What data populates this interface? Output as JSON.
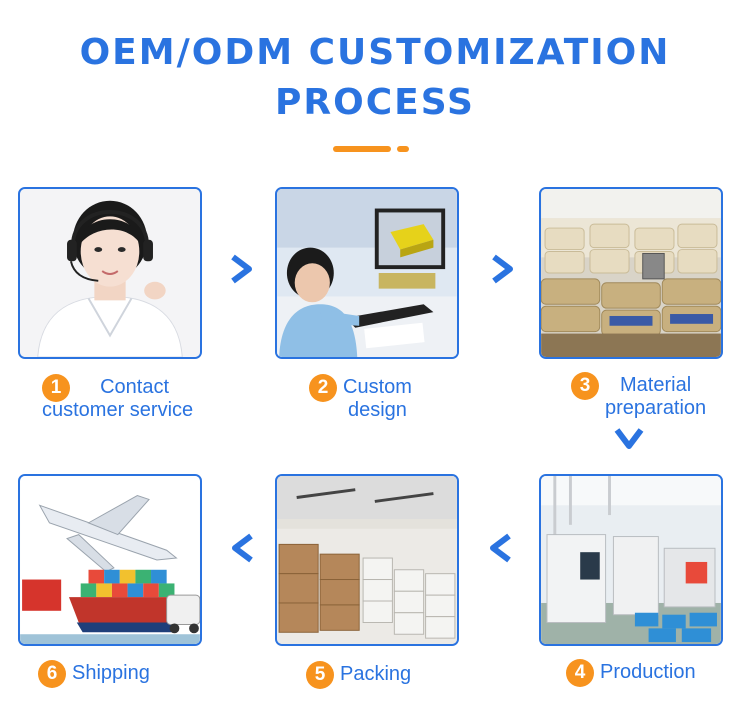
{
  "title": {
    "line1": "OEM/ODM CUSTOMIZATION",
    "line2": "PROCESS"
  },
  "colors": {
    "accent_blue": "#2a73e0",
    "accent_orange": "#f7931e"
  },
  "steps": [
    {
      "number": "1",
      "label_line1": "Contact",
      "label_line2": "customer service",
      "image_icon": "customer-service-agent-photo"
    },
    {
      "number": "2",
      "label_line1": "Custom",
      "label_line2": "design",
      "image_icon": "cad-design-workstation-photo"
    },
    {
      "number": "3",
      "label_line1": "Material",
      "label_line2": "preparation",
      "image_icon": "material-warehouse-photo"
    },
    {
      "number": "4",
      "label_line1": "Production",
      "label_line2": "",
      "image_icon": "production-machines-photo"
    },
    {
      "number": "5",
      "label_line1": "Packing",
      "label_line2": "",
      "image_icon": "packed-boxes-warehouse-photo"
    },
    {
      "number": "6",
      "label_line1": "Shipping",
      "label_line2": "",
      "image_icon": "shipping-plane-ship-truck-photo"
    }
  ]
}
